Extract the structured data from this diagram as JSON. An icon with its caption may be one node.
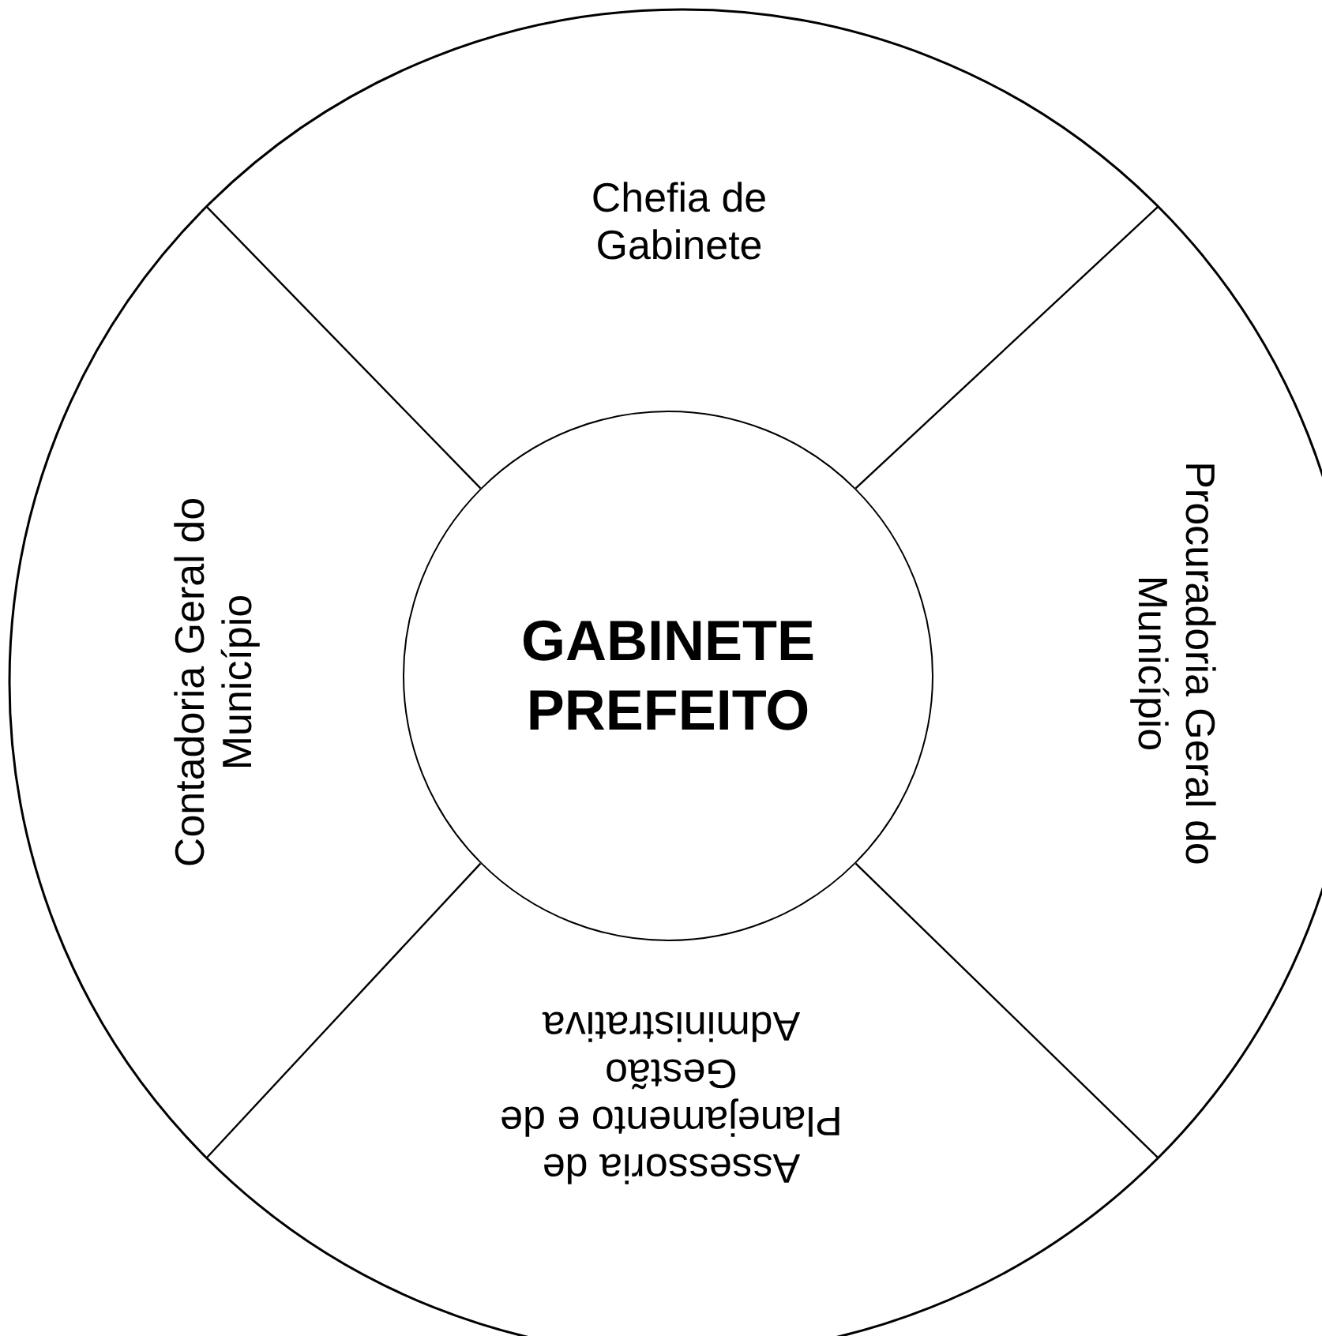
{
  "diagram": {
    "nodes": [
      {
        "text": [
          "Chefia de Gabinete"
        ]
      },
      {
        "text": [
          "Procuradoria Geral do Município"
        ]
      },
      {
        "text": [
          "Assessoria de Planejamento e de Gestão Administrativa"
        ]
      },
      {
        "text": [
          "Contadoria Geral do Município"
        ]
      },
      {
        "text": [
          "GABINETE PREFEITO"
        ]
      }
    ]
  }
}
